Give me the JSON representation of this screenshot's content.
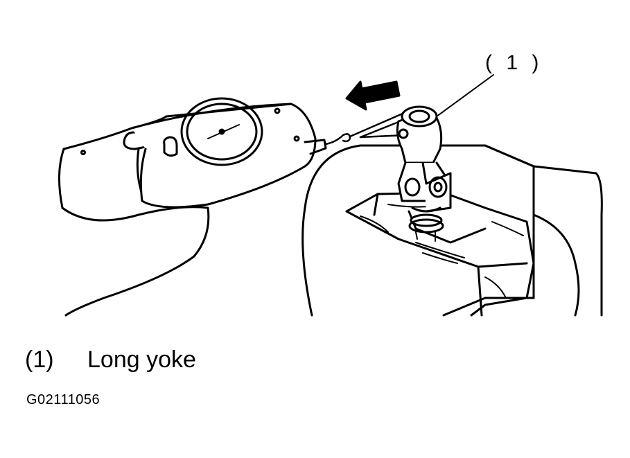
{
  "callout": {
    "number": "( 1 )"
  },
  "legend": {
    "number": "(1)",
    "label": "Long yoke"
  },
  "figure_id": "G02111056"
}
